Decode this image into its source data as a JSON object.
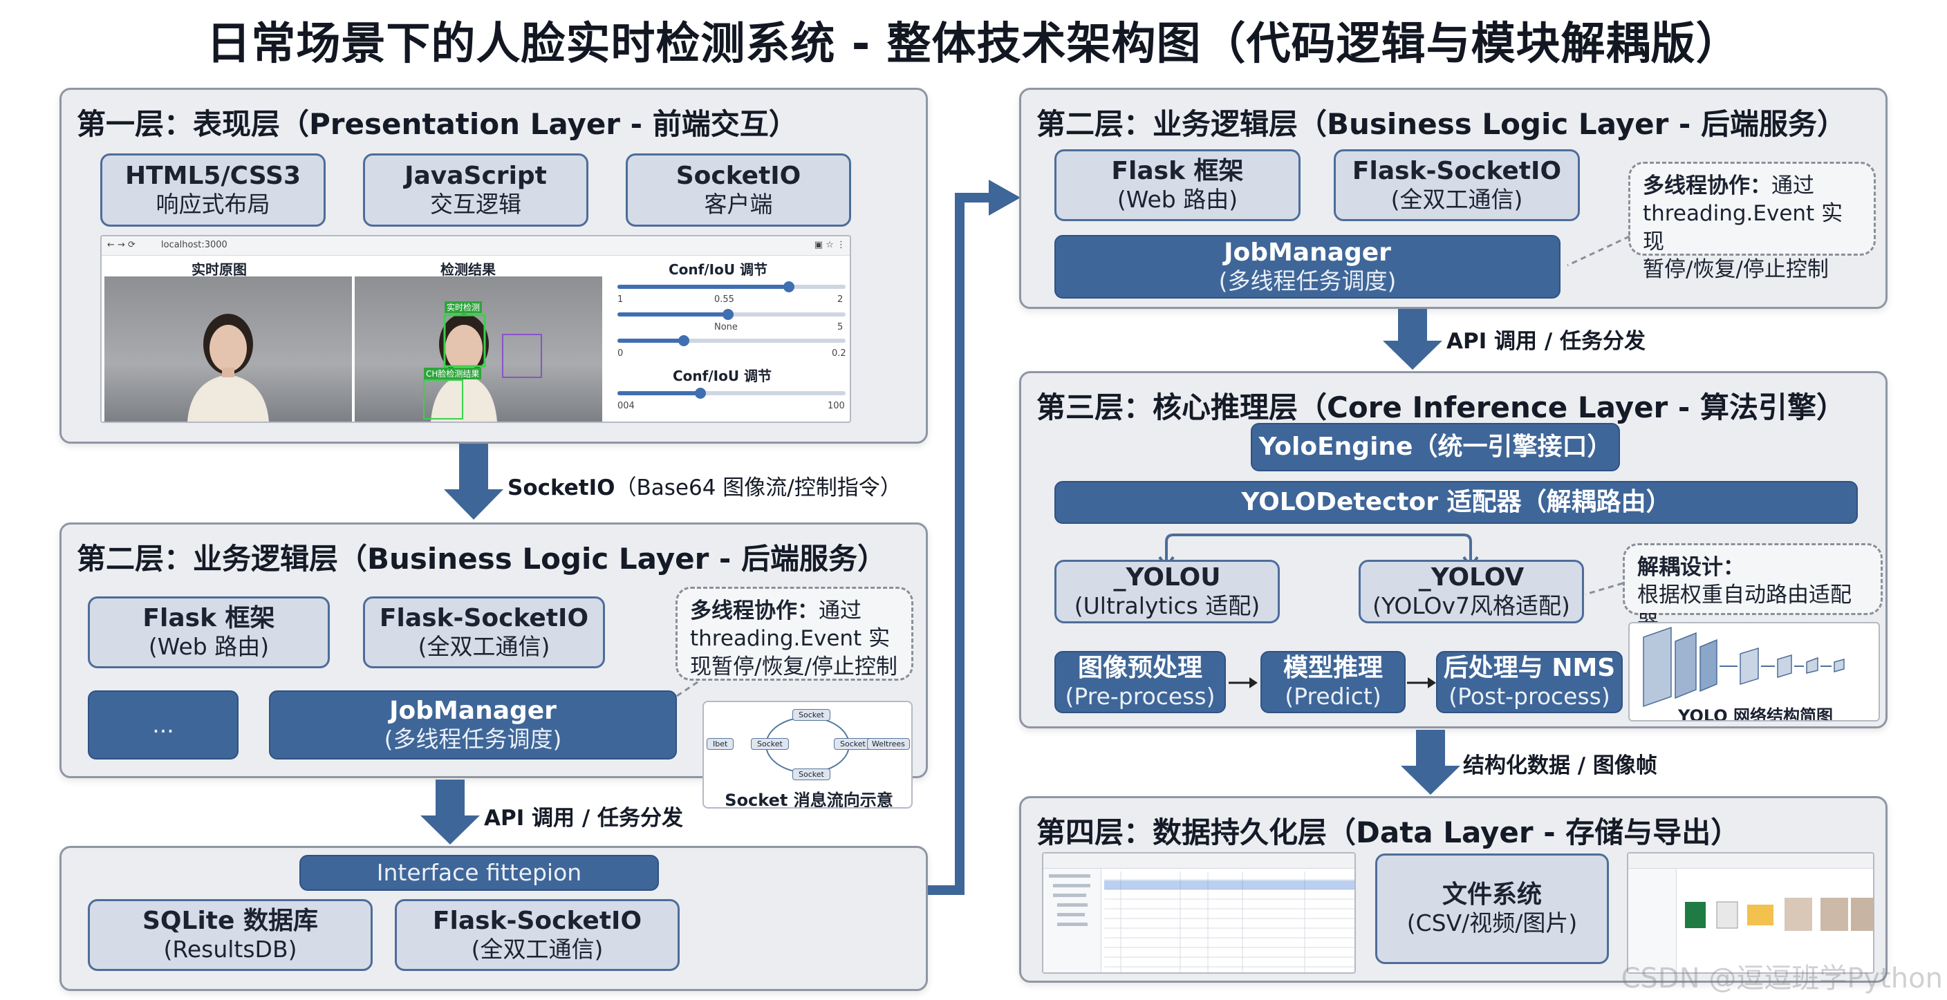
{
  "title": "日常场景下的人脸实时检测系统 - 整体技术架构图（代码逻辑与模块解耦版）",
  "layer1": {
    "title": "第一层：表现层（Presentation Layer - 前端交互）",
    "boxes": [
      {
        "t1": "HTML5/CSS3",
        "t2": "响应式布局"
      },
      {
        "t1": "JavaScript",
        "t2": "交互逻辑"
      },
      {
        "t1": "SocketIO",
        "t2": "客户端"
      }
    ],
    "ui": {
      "address": "localhost:3000",
      "col_original": "实时原图",
      "col_result": "检测结果",
      "col_controls": "Conf/IoU 调节",
      "col_controls2": "Conf/IoU 调节",
      "detect_label1": "实时检测",
      "detect_label2": "CH脸检测结果",
      "slider_ticks": [
        "1",
        "0.55",
        "2",
        "None",
        "5",
        "0",
        "0.2",
        "004",
        "100"
      ]
    }
  },
  "arrow1": {
    "bold": "SocketIO",
    "normal": "（Base64 图像流/控制指令）"
  },
  "layer2_left": {
    "title": "第二层：业务逻辑层（Business Logic Layer - 后端服务）",
    "flask": {
      "t1": "Flask 框架",
      "t2": "(Web 路由)"
    },
    "socketio": {
      "t1": "Flask-SocketIO",
      "t2": "(全双工通信)"
    },
    "note_bold": "多线程协作：",
    "note_text1": "通过",
    "note_text2": "threading.Event 实",
    "note_text3": "现暂停/恢复/停止控制",
    "ellipsis": "...",
    "jobmanager": {
      "t1": "JobManager",
      "t2": "(多线程任务调度)"
    },
    "flow": {
      "caption": "Socket 消息流向示意",
      "nodes": [
        "Socket",
        "Socket",
        "Socket",
        "Socket",
        "Ibet",
        "Weltrees"
      ]
    }
  },
  "arrow2": {
    "text": "API 调用 / 任务分发"
  },
  "layer_bottom_left": {
    "interface": "Interface fittepion",
    "sqlite": {
      "t1": "SQLite 数据库",
      "t2": "(ResultsDB)"
    },
    "socketio": {
      "t1": "Flask-SocketIO",
      "t2": "(全双工通信)"
    }
  },
  "layer2_right": {
    "title": "第二层：业务逻辑层（Business Logic Layer - 后端服务）",
    "flask": {
      "t1": "Flask 框架",
      "t2": "(Web 路由)"
    },
    "socketio": {
      "t1": "Flask-SocketIO",
      "t2": "(全双工通信)"
    },
    "note_bold": "多线程协作：",
    "note_text1": "通过",
    "note_text2": "threading.Event 实现",
    "note_text3": "暂停/恢复/停止控制",
    "jobmanager": {
      "t1": "JobManager",
      "t2": "(多线程任务调度)"
    }
  },
  "arrow3": {
    "text": "API 调用 / 任务分发"
  },
  "layer3": {
    "title": "第三层：核心推理层（Core Inference Layer - 算法引擎）",
    "engine": "YoloEngine（统一引擎接口）",
    "detector": "YOLODetector 适配器（解耦路由）",
    "yolou": {
      "t1": "_YOLOU",
      "t2": "(Ultralytics 适配)"
    },
    "yolov": {
      "t1": "_YOLOV",
      "t2": "(YOLOv7风格适配)"
    },
    "note_bold": "解耦设计：",
    "note_text": "根据权重自动路由适配器",
    "pre": {
      "t1": "图像预处理",
      "t2": "(Pre-process)"
    },
    "predict": {
      "t1": "模型推理",
      "t2": "(Predict)"
    },
    "post": {
      "t1": "后处理与 NMS",
      "t2": "(Post-process)"
    },
    "net_caption": "YOLO 网络结构简图"
  },
  "arrow4": {
    "text": "结构化数据 / 图像帧"
  },
  "layer4": {
    "title": "第四层：数据持久化层（Data Layer - 存储与导出）",
    "files": {
      "t1": "文件系统",
      "t2": "(CSV/视频/图片)"
    }
  },
  "watermark": "CSDN @逗逗班学Python",
  "colors": {
    "accent": "#3f6698",
    "box_fill": "#d5dce8",
    "layer_fill": "#ebedf1"
  }
}
